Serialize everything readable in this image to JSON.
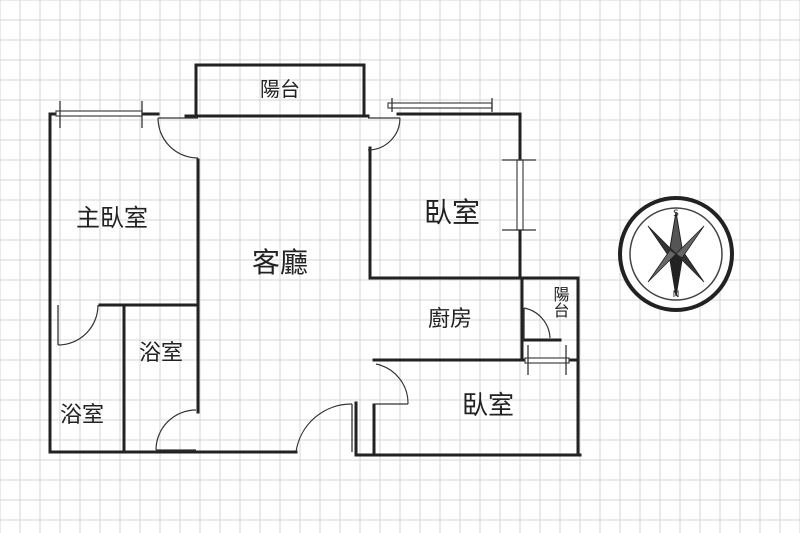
{
  "rooms": {
    "balcony_top": "陽台",
    "master_bedroom": "主臥室",
    "living_room": "客廳",
    "bedroom_ne": "臥室",
    "kitchen": "廚房",
    "balcony_small": "陽台",
    "bathroom_1": "浴室",
    "bathroom_2": "浴室",
    "bedroom_se": "臥室"
  },
  "compass": {
    "north": "N",
    "south": "S"
  },
  "colors": {
    "wall": "#222222",
    "grid": "#d4d4d4",
    "background": "#ffffff"
  }
}
